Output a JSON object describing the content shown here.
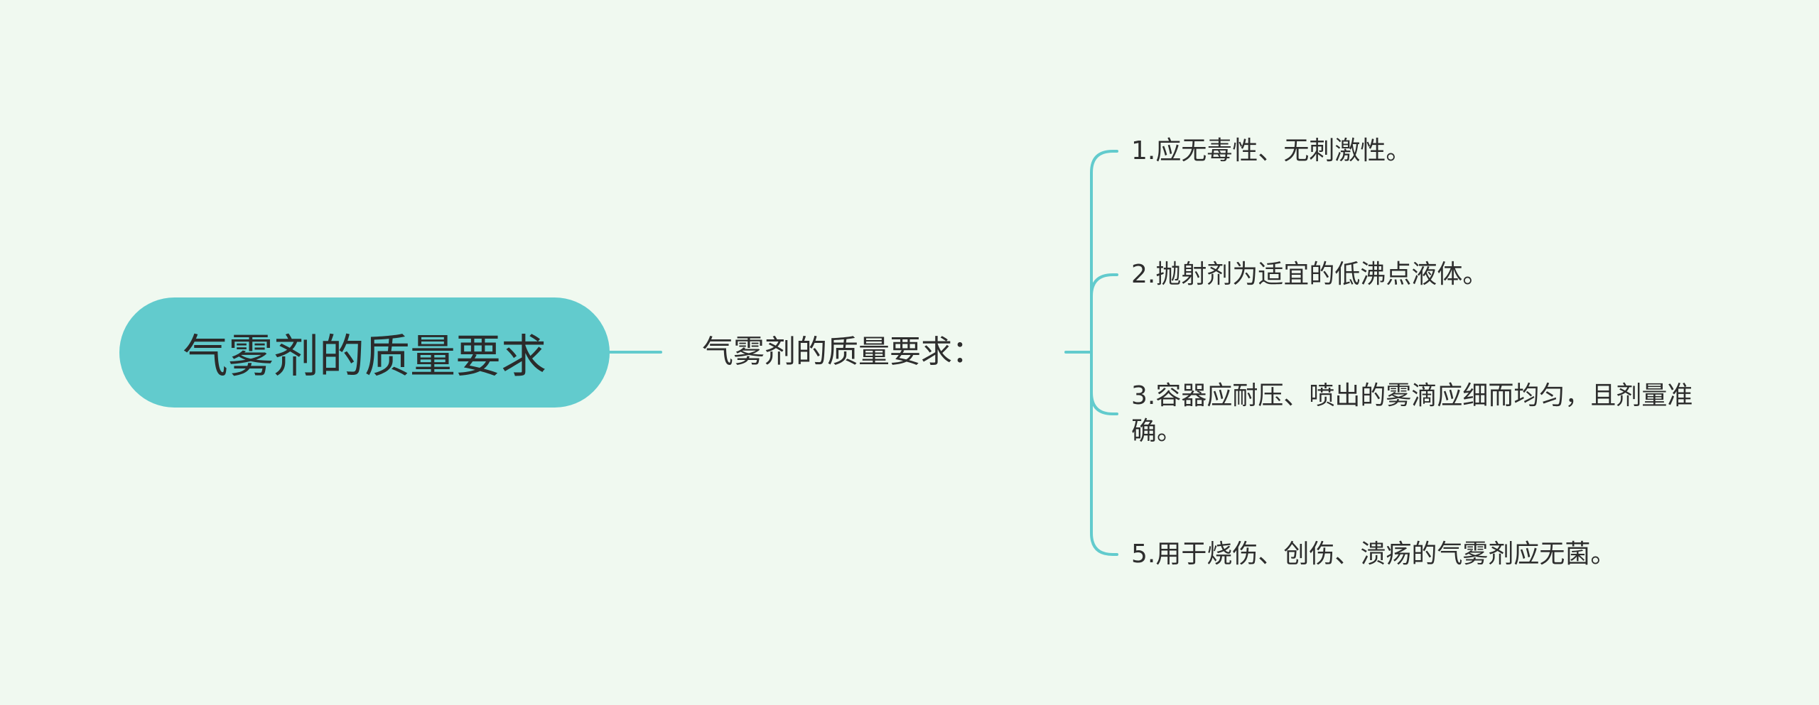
{
  "mindmap": {
    "root": "气雾剂的质量要求",
    "topic": "气雾剂的质量要求：",
    "items": [
      {
        "text": "1.应无毒性、无刺激性。"
      },
      {
        "text": "2.抛射剂为适宜的低沸点液体。"
      },
      {
        "text": "3.容器应耐压、喷出的雾滴应细而均匀，且剂量准确。"
      },
      {
        "text": "5.用于烧伤、创伤、溃疡的气雾剂应无菌。"
      }
    ],
    "colors": {
      "background": "#f0f9f0",
      "root_fill": "#62cbcd",
      "connector": "#62cbcd",
      "text": "#2e2e2e"
    }
  }
}
